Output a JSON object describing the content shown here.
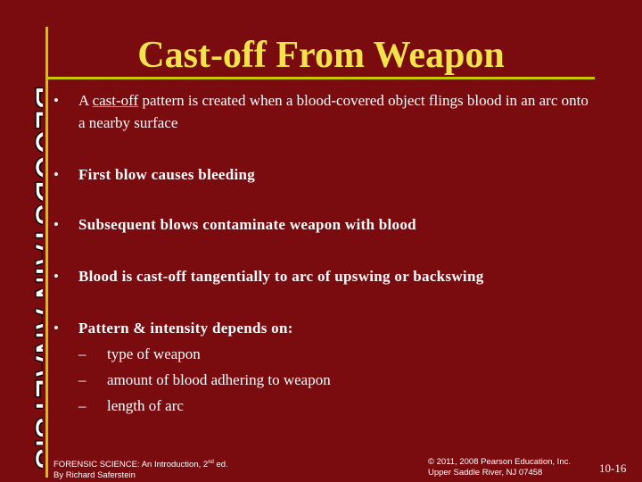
{
  "slide": {
    "side_banner": "BLOODSTAIN ANALYSIS",
    "title": "Cast-off From Weapon",
    "bullets": [
      {
        "marker": "•",
        "pre": "A ",
        "link": "cast-off",
        "post": " pattern is created when a blood-covered object flings blood in an arc onto a nearby surface"
      },
      {
        "marker": "•",
        "text": "First blow causes bleeding"
      },
      {
        "marker": "•",
        "text": "Subsequent blows contaminate weapon with blood"
      },
      {
        "marker": "•",
        "text": "Blood is cast-off tangentially to arc of upswing or backswing"
      },
      {
        "marker": "•",
        "text": "Pattern & intensity depends on:"
      }
    ],
    "sub_marker": "–",
    "sub_bullets": [
      "type of weapon",
      "amount of blood adhering to weapon",
      "length of arc"
    ],
    "footer": {
      "book_line1_a": "FORENSIC SCIENCE: An Introduction, 2",
      "book_line1_sup": "nd",
      "book_line1_b": " ed.",
      "book_line2": "By Richard Saferstein",
      "copyright_line1": "© 2011, 2008 Pearson Education, Inc.",
      "copyright_line2": "Upper Saddle River, NJ 07458",
      "page_number": "10-16"
    }
  },
  "colors": {
    "background": "#7a0c10",
    "title": "#f2e34a",
    "rule": "#c8c800",
    "text": "#ffffff"
  }
}
